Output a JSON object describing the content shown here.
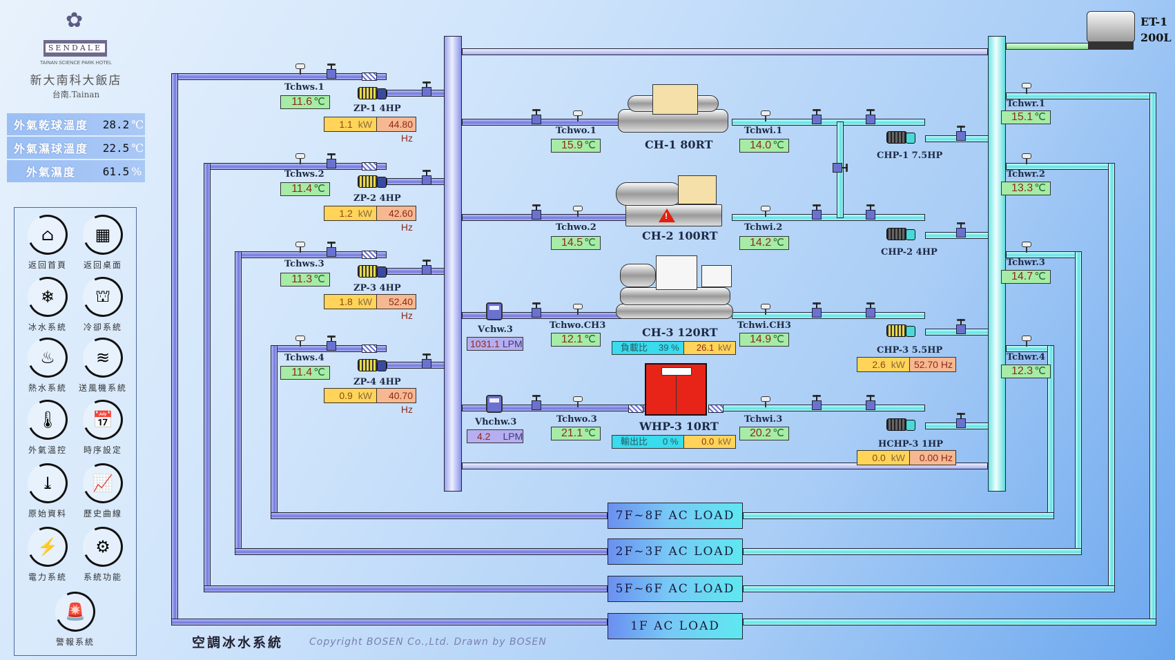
{
  "logo": {
    "brand": "SENDALE",
    "subtitle": "TAINAN SCIENCE PARK HOTEL",
    "name": "新大南科大飯店",
    "city": "台南.Tainan"
  },
  "weather": [
    {
      "label": "外氣乾球溫度",
      "value": "28.2",
      "unit": "℃"
    },
    {
      "label": "外氣濕球溫度",
      "value": "22.5",
      "unit": "℃"
    },
    {
      "label": "外氣濕度",
      "value": "61.5",
      "unit": "%"
    }
  ],
  "nav": [
    {
      "label": "返回首頁",
      "icon": "home-icon",
      "glyph": "⌂"
    },
    {
      "label": "返回桌面",
      "icon": "windows-icon",
      "glyph": "▦"
    },
    {
      "label": "冰水系統",
      "icon": "chiller-icon",
      "glyph": "❄"
    },
    {
      "label": "冷卻系統",
      "icon": "cooling-tower-icon",
      "glyph": "⛫"
    },
    {
      "label": "熱水系統",
      "icon": "water-heater-icon",
      "glyph": "♨"
    },
    {
      "label": "送風機系統",
      "icon": "air-conditioner-icon",
      "glyph": "≋"
    },
    {
      "label": "外氣溫控",
      "icon": "thermometer-icon",
      "glyph": "🌡"
    },
    {
      "label": "時序設定",
      "icon": "calendar-clock-icon",
      "glyph": "📅"
    },
    {
      "label": "原始資料",
      "icon": "file-download-icon",
      "glyph": "⤓"
    },
    {
      "label": "歷史曲線",
      "icon": "line-chart-icon",
      "glyph": "📈"
    },
    {
      "label": "電力系統",
      "icon": "power-system-icon",
      "glyph": "⚡"
    },
    {
      "label": "系統功能",
      "icon": "gear-hand-icon",
      "glyph": "⚙"
    },
    {
      "label": "警報系統",
      "icon": "alarm-siren-icon",
      "glyph": "🚨"
    }
  ],
  "supply": [
    {
      "sensor": "Tchws.1",
      "temp": "11.6",
      "pump": "ZP-1 4HP",
      "kw": "1.1",
      "hz": "44.80"
    },
    {
      "sensor": "Tchws.2",
      "temp": "11.4",
      "pump": "ZP-2 4HP",
      "kw": "1.2",
      "hz": "42.60"
    },
    {
      "sensor": "Tchws.3",
      "temp": "11.3",
      "pump": "ZP-3 4HP",
      "kw": "1.8",
      "hz": "52.40"
    },
    {
      "sensor": "Tchws.4",
      "temp": "11.4",
      "pump": "ZP-4 4HP",
      "kw": "0.9",
      "hz": "40.70"
    }
  ],
  "chillers": [
    {
      "name": "CH-1 80RT",
      "out_sensor": "Tchwo.1",
      "out_temp": "15.9",
      "in_sensor": "Tchwi.1",
      "in_temp": "14.0",
      "pump": "CHP-1 7.5HP"
    },
    {
      "name": "CH-2 100RT",
      "out_sensor": "Tchwo.2",
      "out_temp": "14.5",
      "in_sensor": "Tchwi.2",
      "in_temp": "14.2",
      "pump": "CHP-2 4HP",
      "alarm": "!"
    },
    {
      "name": "CH-3 120RT",
      "out_sensor": "Tchwo.CH3",
      "out_temp": "12.1",
      "in_sensor": "Tchwi.CH3",
      "in_temp": "14.9",
      "pump": "CHP-3 5.5HP",
      "pump_kw": "2.6",
      "pump_hz": "52.70",
      "flow_name": "Vchw.3",
      "flow": "1031.1",
      "ratio_label": "負載比",
      "ratio": "39",
      "kw": "26.1"
    },
    {
      "name": "WHP-3 10RT",
      "out_sensor": "Tchwo.3",
      "out_temp": "21.1",
      "in_sensor": "Tchwi.3",
      "in_temp": "20.2",
      "pump": "HCHP-3 1HP",
      "pump_kw": "0.0",
      "pump_hz": "0.00",
      "flow_name": "Vhchw.3",
      "flow": "4.2",
      "ratio_label": "輸出比",
      "ratio": "0",
      "kw": "0.0"
    }
  ],
  "returns": [
    {
      "sensor": "Tchwr.1",
      "temp": "15.1"
    },
    {
      "sensor": "Tchwr.2",
      "temp": "13.3"
    },
    {
      "sensor": "Tchwr.3",
      "temp": "14.7"
    },
    {
      "sensor": "Tchwr.4",
      "temp": "12.3"
    }
  ],
  "expansion_tank": {
    "name": "ET-1",
    "capacity": "200L"
  },
  "loads": [
    "7F~8F AC LOAD",
    "2F~3F AC LOAD",
    "5F~6F AC LOAD",
    "1F AC LOAD"
  ],
  "units": {
    "temp": "℃",
    "kw": "kW",
    "hz": "Hz",
    "lpm": "LPM",
    "pct": "%"
  },
  "footer": {
    "title": "空調冰水系統",
    "copyright": "Copyright BOSEN Co.,Ltd. Drawn by BOSEN"
  }
}
